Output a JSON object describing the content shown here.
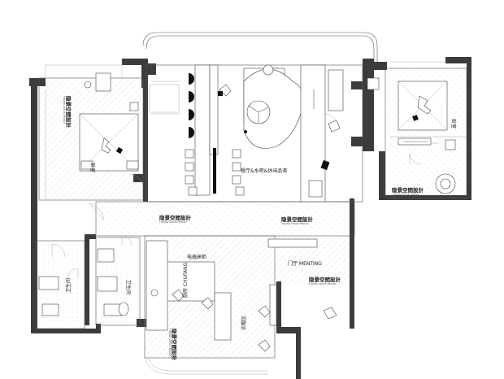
{
  "plan": {
    "rooms": {
      "dining": "餐厅&水吧&休闲品茶",
      "foyer": "门厅 MENTING",
      "kitchen": "厨房 CHUFANG",
      "fridge": "电器高柜",
      "cloak": "衣帽区",
      "bath_left": "卫生间",
      "bath_center": "卫生间",
      "bedroom_left": "卧室",
      "bedroom_right": "卧室"
    },
    "watermarks": [
      {
        "main": "隐景空間設計",
        "sub": "YINJING SPACE DESIGN"
      },
      {
        "main": "隐景空間設計",
        "sub": "YINJING SPACE DESIGN"
      },
      {
        "main": "隐景空間設計",
        "sub": "YINJING SPACE DESIGN"
      },
      {
        "main": "隐景空間設計",
        "sub": "YINJING SPACE DESIGN"
      },
      {
        "main": "隐景空間設計",
        "sub": "YINJING SPACE DESIGN"
      },
      {
        "main": "隐景空間設計",
        "sub": "YINJING SPACE DESIGN"
      }
    ],
    "colors": {
      "wall": "#3c3c3c",
      "line": "#555555",
      "background": "#ffffff"
    }
  }
}
